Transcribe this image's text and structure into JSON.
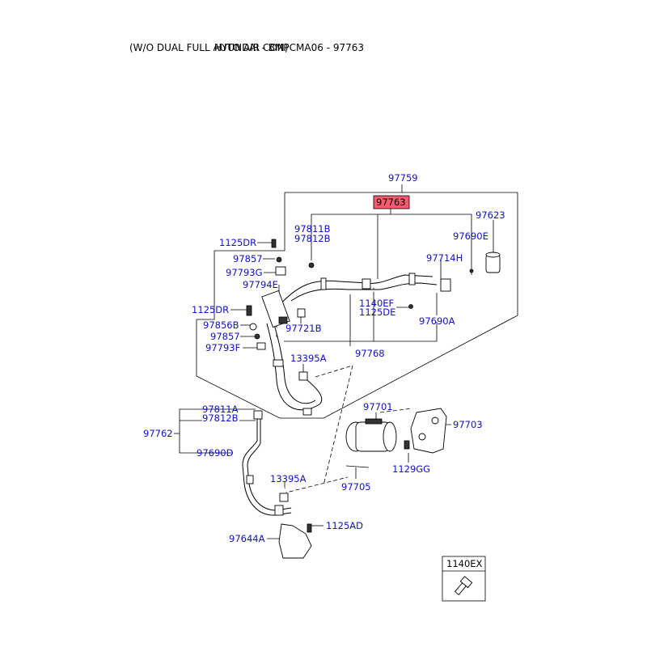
{
  "header": {
    "left_text": "(W/O DUAL FULL AUTO AIR CON)",
    "right_text": "HYUNDAI - BMPCMA06 - 97763"
  },
  "colors": {
    "label": "#1010c8",
    "highlight": "#ff5a6e",
    "line": "#000000"
  },
  "labels": {
    "p97759": "97759",
    "p97763": "97763",
    "p97623": "97623",
    "p97811B_top": "97811B",
    "p97812B_top": "97812B",
    "p97690E": "97690E",
    "p1125DR_top": "1125DR",
    "p97714H": "97714H",
    "p97857_top": "97857",
    "p97793G": "97793G",
    "p97794E": "97794E",
    "p1140EF": "1140EF",
    "p1125DE": "1125DE",
    "p1125DR_mid": "1125DR",
    "p97690A": "97690A",
    "p97856B": "97856B",
    "p97721B": "97721B",
    "p97857_mid": "97857",
    "p97793F": "97793F",
    "p97768": "97768",
    "p13395A_top": "13395A",
    "p97701": "97701",
    "p97703": "97703",
    "p97811A": "97811A",
    "p97812B_low": "97812B",
    "p97762": "97762",
    "p97690D": "97690D",
    "p1129GG": "1129GG",
    "p13395A_low": "13395A",
    "p97705": "97705",
    "p1125AD": "1125AD",
    "p97644A": "97644A",
    "p1140EX": "1140EX"
  }
}
